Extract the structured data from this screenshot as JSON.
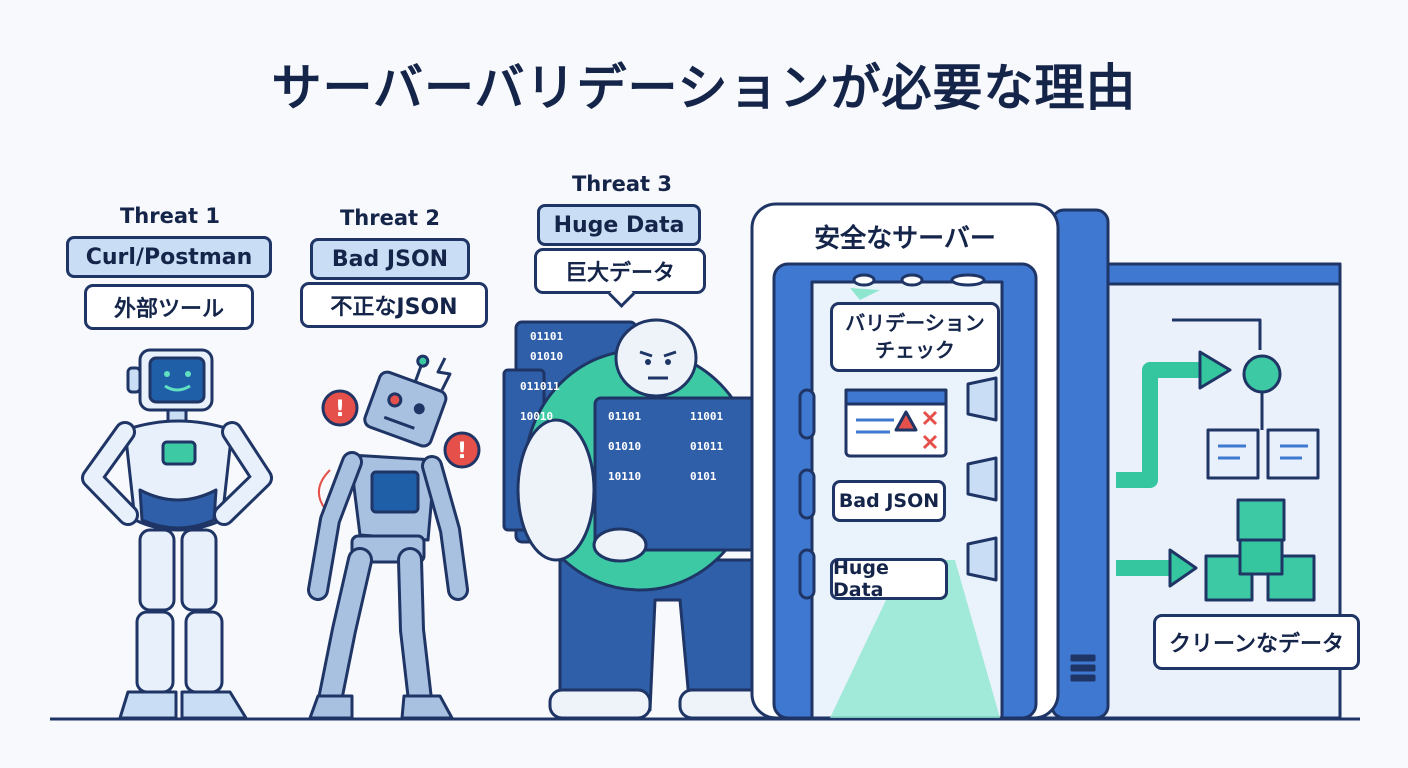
{
  "title": "サーバーバリデーションが必要な理由",
  "threats": [
    {
      "label": "Threat 1",
      "tag": "Curl/Postman",
      "bubble": "外部ツール"
    },
    {
      "label": "Threat 2",
      "tag": "Bad JSON",
      "bubble": "不正なJSON"
    },
    {
      "label": "Threat 3",
      "tag": "Huge Data",
      "bubble": "巨大データ"
    }
  ],
  "server": {
    "title": "安全なサーバー",
    "check_line1": "バリデーション",
    "check_line2": "チェック",
    "reject_items": [
      "Bad JSON",
      "Huge Data"
    ]
  },
  "output": {
    "label": "クリーンなデータ"
  },
  "binary_text": [
    "01101",
    "01010",
    "011011",
    "10010",
    "01101",
    "11001",
    "01010",
    "01011",
    "10110",
    "0101"
  ],
  "colors": {
    "navy": "#1f3566",
    "accent_blue": "#3f78d1",
    "teal": "#35c6a0",
    "light_blue": "#c9def5"
  }
}
